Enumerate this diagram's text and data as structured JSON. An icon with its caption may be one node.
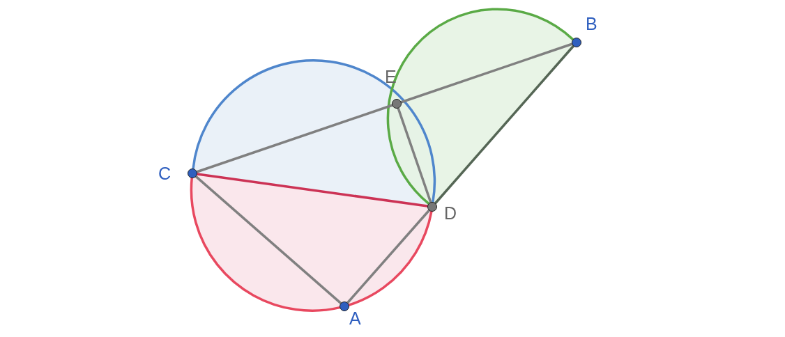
{
  "diagram": {
    "nodes": [
      {
        "text": [
          "C"
        ]
      },
      {
        "text": [
          "E"
        ]
      },
      {
        "text": [
          "B"
        ]
      },
      {
        "text": [
          "D"
        ]
      },
      {
        "text": [
          "A"
        ]
      }
    ],
    "edges": [
      {
        "from": 0,
        "to": 3,
        "arrow": "none",
        "color": "#4f86cc"
      },
      {
        "from": 0,
        "to": 3,
        "arrow": "none",
        "color": "#e8485f"
      },
      {
        "from": 3,
        "to": 2,
        "arrow": "none",
        "color": "#5aaa46"
      },
      {
        "from": 0,
        "to": 1,
        "arrow": "none"
      },
      {
        "from": 1,
        "to": 2,
        "arrow": "none"
      },
      {
        "from": 0,
        "to": 3,
        "arrow": "none",
        "color": "#cc3355"
      },
      {
        "from": 0,
        "to": 4,
        "arrow": "none"
      },
      {
        "from": 4,
        "to": 3,
        "arrow": "none"
      },
      {
        "from": 1,
        "to": 3,
        "arrow": "none"
      },
      {
        "from": 3,
        "to": 2,
        "arrow": "none",
        "color": "#556655"
      }
    ]
  }
}
